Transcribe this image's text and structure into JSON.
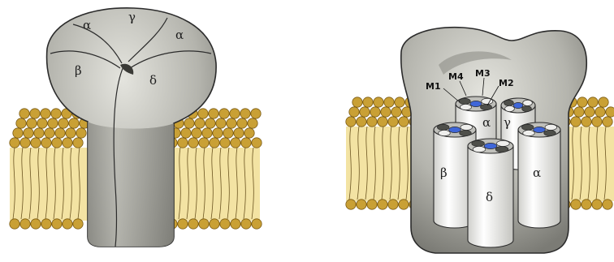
{
  "colors": {
    "protein_light": "#d6d6d0",
    "protein_mid": "#a9a9a2",
    "protein_dark": "#6d6d68",
    "outline": "#2b2b2b",
    "lipid_head": "#c9a035",
    "lipid_head_edge": "#7a5a14",
    "lipid_tail_bg": "#f3e3a3",
    "lipid_tail_line": "#6b5420",
    "helix_fill": "#eeeeec",
    "pore_blue": "#3f66d8",
    "dark_segment": "#4e4f4a"
  },
  "left_diagram": {
    "subunit_labels": [
      "α",
      "γ",
      "α",
      "β",
      "δ"
    ]
  },
  "right_diagram": {
    "helix_labels": [
      "M1",
      "M4",
      "M3",
      "M2"
    ],
    "subunit_labels": [
      "α",
      "γ",
      "β",
      "δ",
      "α"
    ]
  }
}
